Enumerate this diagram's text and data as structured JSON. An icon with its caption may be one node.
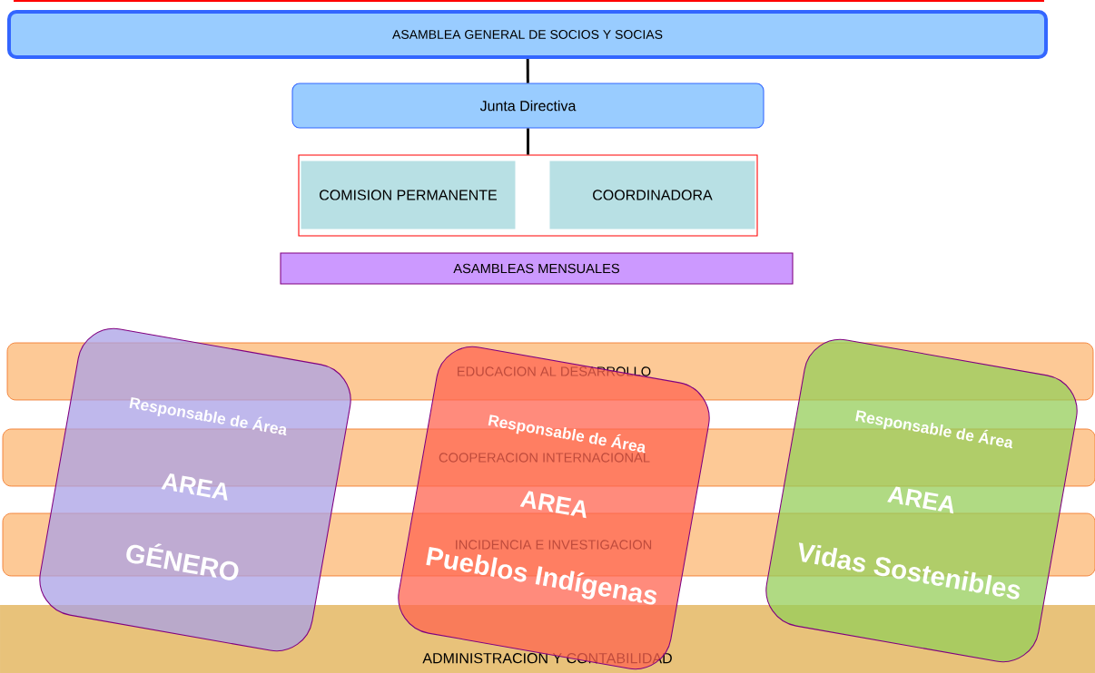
{
  "diagram": {
    "nodes": [
      {
        "text": [
          "ASAMBLEA GENERAL DE SOCIOS Y SOCIAS"
        ]
      },
      {
        "text": [
          "Junta Directiva"
        ]
      },
      {
        "text": [],
        "shape": "box"
      },
      {
        "text": [
          "COMISION PERMANENTE"
        ],
        "in": 2
      },
      {
        "text": [
          "COORDINADORA"
        ],
        "in": 2
      },
      {
        "text": [
          "ASAMBLEAS MENSUALES"
        ]
      },
      {
        "text": [
          "EDUCACION AL DESARROLLO"
        ]
      },
      {
        "text": [
          "COOPERACION INTERNACIONAL"
        ]
      },
      {
        "text": [
          "INCIDENCIA E INVESTIGACION"
        ]
      },
      {
        "text": [
          "ADMINISTRACION Y CONTABILIDAD"
        ]
      },
      {
        "text": [
          "Responsable de Área",
          "AREA",
          "GÉNERO"
        ]
      },
      {
        "text": [
          "Responsable de Área",
          "AREA",
          "Pueblos Indígenas"
        ]
      },
      {
        "text": [
          "Responsable de Área",
          "AREA",
          "Vidas Sostenibles"
        ]
      }
    ],
    "edges": [
      {
        "from": 0,
        "to": 1,
        "arrow": "none"
      },
      {
        "from": 1,
        "to": 2,
        "arrow": "none"
      }
    ]
  }
}
